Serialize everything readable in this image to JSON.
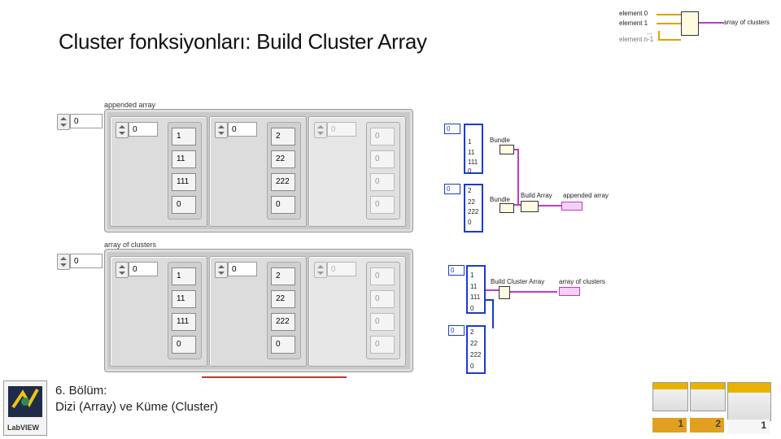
{
  "slide_title": "Cluster fonksiyonları: Build Cluster Array",
  "footer": {
    "chapter": "6. Bölüm:",
    "subtitle": "Dizi (Array) ve Küme (Cluster)",
    "logo_label": "LabVIEW"
  },
  "panels": [
    {
      "label": "appended array",
      "outer_index": "0",
      "clusters": [
        {
          "index": "0",
          "values": [
            "1",
            "11",
            "111",
            "0"
          ],
          "active": true
        },
        {
          "index": "0",
          "values": [
            "2",
            "22",
            "222",
            "0"
          ],
          "active": true
        },
        {
          "index": "0",
          "values": [
            "0",
            "0",
            "0",
            "0"
          ],
          "active": false
        }
      ]
    },
    {
      "label": "array of clusters",
      "outer_index": "0",
      "clusters": [
        {
          "index": "0",
          "values": [
            "1",
            "11",
            "111",
            "0"
          ],
          "active": true
        },
        {
          "index": "0",
          "values": [
            "2",
            "22",
            "222",
            "0"
          ],
          "active": true
        },
        {
          "index": "0",
          "values": [
            "0",
            "0",
            "0",
            "0"
          ],
          "active": false
        }
      ]
    }
  ],
  "block_diagram": {
    "top": {
      "arrays": [
        {
          "index": "0",
          "values": [
            "1",
            "11",
            "111",
            "0"
          ]
        },
        {
          "index": "0",
          "values": [
            "2",
            "22",
            "222",
            "0"
          ]
        }
      ],
      "bundle_label_1": "Bundle",
      "bundle_label_2": "Bundle",
      "build_label": "Build Array",
      "out_label": "appended array"
    },
    "bottom": {
      "arrays": [
        {
          "index": "0",
          "values": [
            "1",
            "11",
            "111",
            "0"
          ]
        },
        {
          "index": "0",
          "values": [
            "2",
            "22",
            "222",
            "0"
          ]
        }
      ],
      "build_label": "Build Cluster Array",
      "out_label": "array of clusters"
    }
  },
  "icon_legend": {
    "in0": "element 0",
    "in1": "element 1",
    "dots": "...",
    "inN": "element n-1",
    "out": "array of clusters"
  },
  "books": [
    {
      "number": "1"
    },
    {
      "number": "2"
    },
    {
      "number": "1"
    }
  ],
  "colors": {
    "wire_cluster": "#c23ac2",
    "wire_array": "#1a3ad4",
    "footer_bar": "#c0392b"
  }
}
